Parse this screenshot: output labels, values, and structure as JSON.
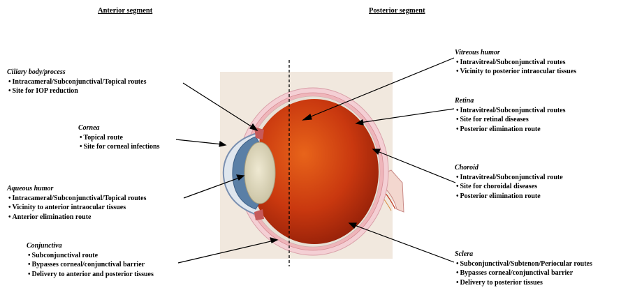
{
  "anterior_title": "Anterior segment",
  "posterior_title": "Posterior segment",
  "labels": {
    "ciliary": {
      "heading": "Ciliary body/process",
      "items": [
        "Intracameral/Subconjunctival/Topical routes",
        "Site for IOP reduction"
      ]
    },
    "cornea": {
      "heading": "Cornea",
      "items": [
        "Topical route",
        "Site for corneal infections"
      ]
    },
    "aqueous": {
      "heading": "Aqueous humor",
      "items": [
        "Intracameral/Subconjunctival/Topical routes",
        "Vicinity to anterior intraocular tissues",
        "Anterior elimination route"
      ]
    },
    "conjunctiva": {
      "heading": "Conjunctiva",
      "items": [
        "Subconjunctival route",
        "Bypasses corneal/conjunctival barrier",
        "Delivery to anterior and posterior tissues"
      ]
    },
    "vitreous": {
      "heading": "Vitreous humor",
      "items": [
        "Intravitreal/Subconjunctival routes",
        "Vicinity to posterior intraocular tissues"
      ]
    },
    "retina": {
      "heading": "Retina",
      "items": [
        "Intravitreal/Subconjunctival routes",
        "Site for retinal diseases",
        "Posterior elimination route"
      ]
    },
    "choroid": {
      "heading": "Choroid",
      "items": [
        "Intravitreal/Subconjunctival route",
        "Site for choroidal diseases",
        "Posterior elimination route"
      ]
    },
    "sclera": {
      "heading": "Sclera",
      "items": [
        "Subconjunctival/Subtenon/Periocular routes",
        "Bypasses corneal/conjunctival barrier",
        "Delivery to posterior tissues"
      ]
    }
  }
}
